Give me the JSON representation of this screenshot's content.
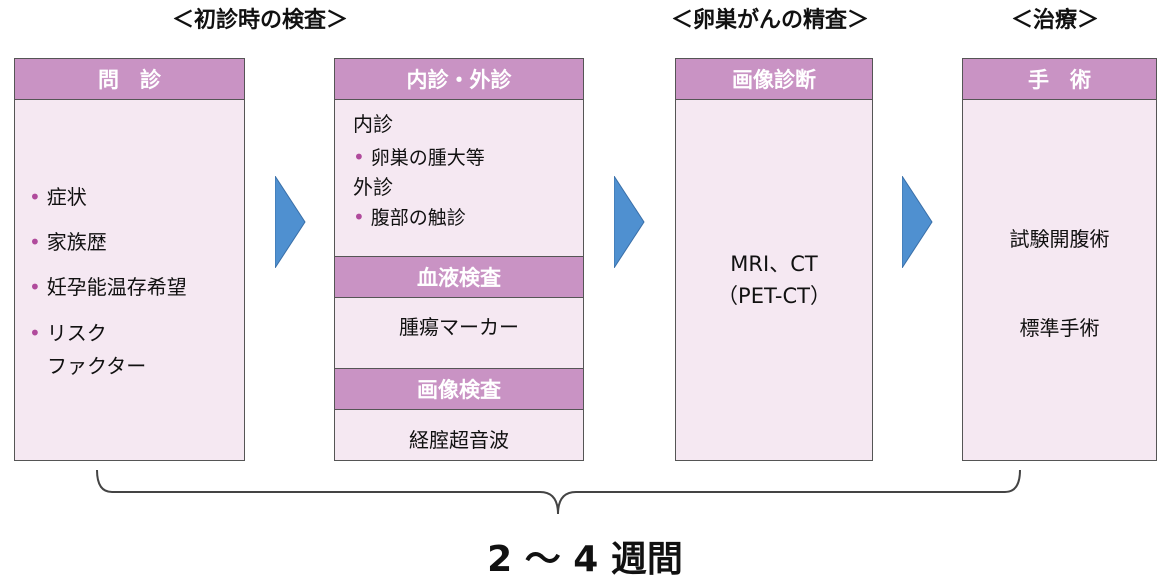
{
  "stages": [
    {
      "title": "＜初診時の検査＞"
    },
    {
      "title": "＜卵巣がんの精査＞"
    },
    {
      "title": "＜治療＞"
    }
  ],
  "box1": {
    "header": "問　診",
    "items": [
      "症状",
      "家族歴",
      "妊孕能温存希望",
      "リスク",
      "ファクター"
    ]
  },
  "box2": {
    "header1": "内診・外診",
    "line1": "内診",
    "bullet1": "卵巣の腫大等",
    "line2": "外診",
    "bullet2": "腹部の触診",
    "header2": "血液検査",
    "content2": "腫瘍マーカー",
    "header3": "画像検査",
    "content3": "経腟超音波"
  },
  "box3": {
    "header": "画像診断",
    "line1": "MRI、CT",
    "line2": "（PET-CT）"
  },
  "box4": {
    "header": "手　術",
    "line1": "試験開腹術",
    "line2": "標準手術"
  },
  "duration": "2 ～ 4 週間",
  "colors": {
    "header_bg": "#c993c4",
    "box_bg": "#f5e8f2",
    "bullet": "#b04a9c",
    "arrow": "#4f90d0"
  }
}
